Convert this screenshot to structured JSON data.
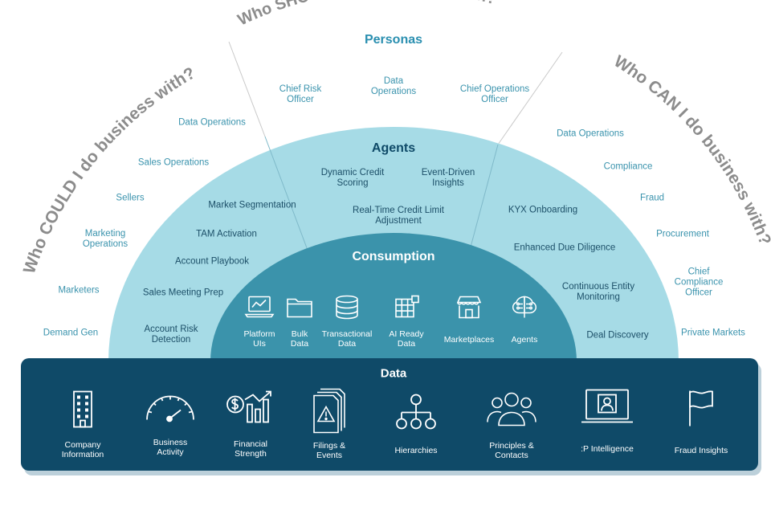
{
  "questions": {
    "could": "Who COULD I do business with?",
    "should": "Who SHOULD I do business with?",
    "can": "Who CAN I do business with?"
  },
  "personas": {
    "title": "Personas",
    "items": [
      "Chief Risk\nOfficer",
      "Data\nOperations",
      "Chief Operations\nOfficer"
    ]
  },
  "left_items": [
    "Data Operations",
    "Sales Operations",
    "Sellers",
    "Marketing\nOperations",
    "Marketers",
    "Demand Gen"
  ],
  "right_items": [
    "Data Operations",
    "Compliance",
    "Fraud",
    "Procurement",
    "Chief\nCompliance\nOfficer",
    "Private Markets"
  ],
  "agents": {
    "title": "Agents",
    "center": [
      "Dynamic Credit\nScoring",
      "Event-Driven\nInsights",
      "Real-Time Credit Limit\nAdjustment"
    ],
    "left": [
      "Market Segmentation",
      "TAM Activation",
      "Account Playbook",
      "Sales Meeting Prep",
      "Account Risk\nDetection"
    ],
    "right": [
      "KYX Onboarding",
      "Enhanced Due Diligence",
      "Continuous Entity\nMonitoring",
      "Deal Discovery"
    ]
  },
  "consumption": {
    "title": "Consumption",
    "items": [
      {
        "label": "Platform\nUIs",
        "icon": "laptop-chart-icon"
      },
      {
        "label": "Bulk\nData",
        "icon": "folder-icon"
      },
      {
        "label": "Transactional\nData",
        "icon": "database-icon"
      },
      {
        "label": "AI Ready\nData",
        "icon": "grid-icon"
      },
      {
        "label": "Marketplaces",
        "icon": "store-icon"
      },
      {
        "label": "Agents",
        "icon": "brain-circuit-icon"
      }
    ]
  },
  "data_section": {
    "title": "Data",
    "items": [
      {
        "label": "Company\nInformation",
        "icon": "building-icon"
      },
      {
        "label": "Business\nActivity",
        "icon": "gauge-icon"
      },
      {
        "label": "Financial\nStrength",
        "icon": "dollar-bars-icon"
      },
      {
        "label": "Filings &\nEvents",
        "icon": "alert-document-icon"
      },
      {
        "label": "Hierarchies",
        "icon": "hierarchy-icon"
      },
      {
        "label": "Principles &\nContacts",
        "icon": "people-icon"
      },
      {
        "label": ":P Intelligence",
        "icon": "monitor-person-icon"
      },
      {
        "label": "Fraud Insights",
        "icon": "flag-icon"
      }
    ]
  },
  "colors": {
    "outer_text": "#3a93ad",
    "agents_ring": "#a6dbe6",
    "consumption_fill": "#3b93ab",
    "data_fill": "#0f4a68",
    "heading_dark": "#0f4a68",
    "question_text": "#8c8c8c"
  }
}
